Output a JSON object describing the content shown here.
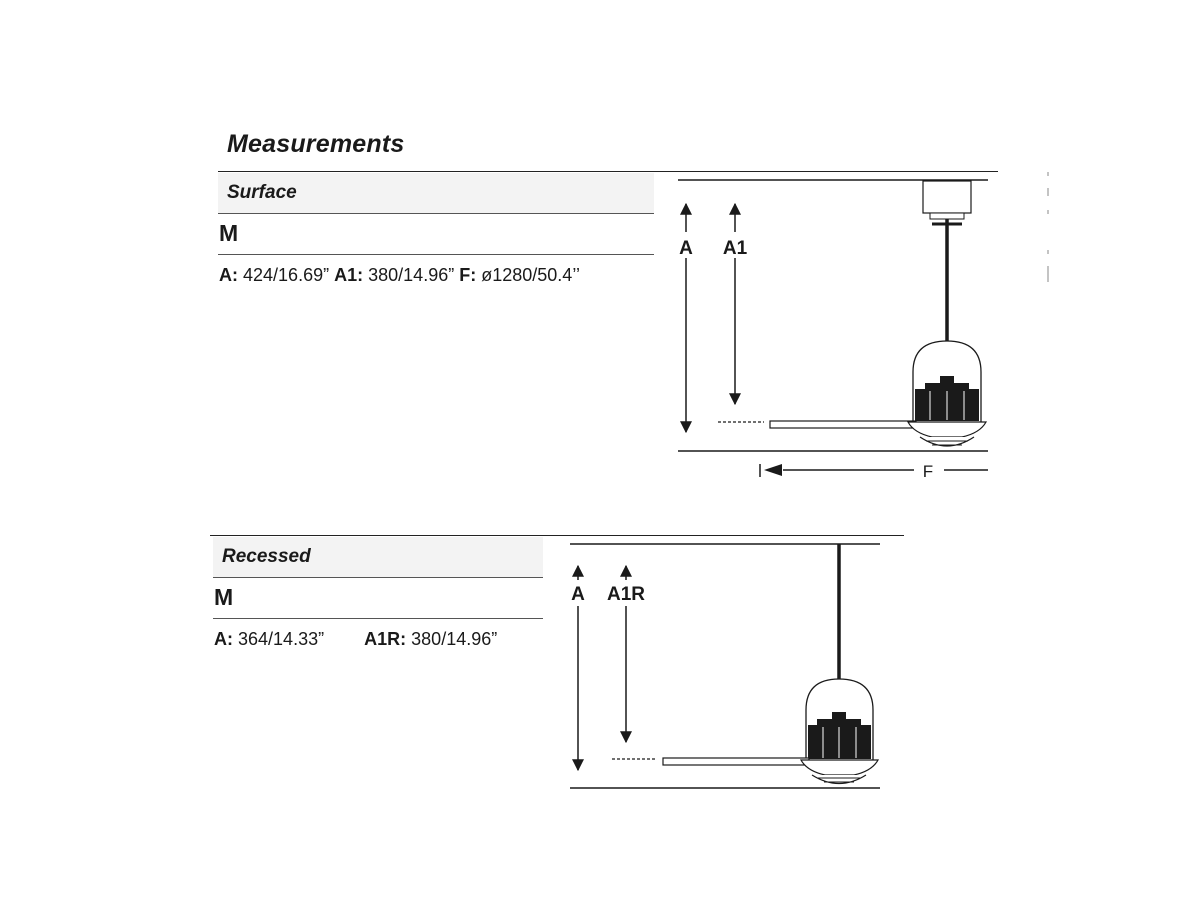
{
  "title": "Measurements",
  "surface": {
    "heading": "Surface",
    "size": "M",
    "specs": [
      {
        "label": "A:",
        "value": "424/16.69”"
      },
      {
        "label": "A1:",
        "value": "380/14.96”"
      },
      {
        "label": "F:",
        "value": "ø1280/50.4’’"
      }
    ],
    "diagram_labels": {
      "a": "A",
      "a1": "A1",
      "f": "F"
    }
  },
  "recessed": {
    "heading": "Recessed",
    "size": "M",
    "specs": [
      {
        "label": "A:",
        "value": "364/14.33”"
      },
      {
        "label": "A1R:",
        "value": "380/14.96”"
      }
    ],
    "diagram_labels": {
      "a": "A",
      "a1r": "A1R"
    }
  }
}
